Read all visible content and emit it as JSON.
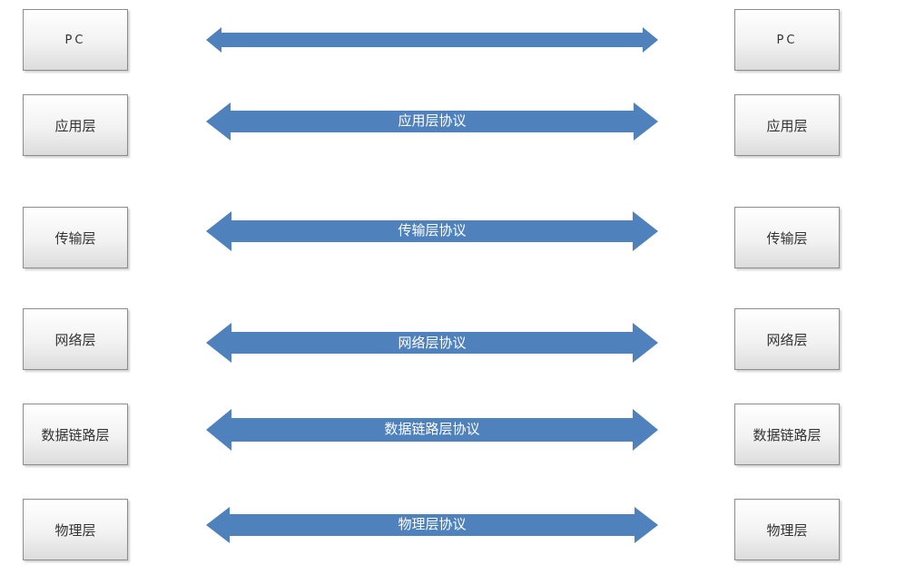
{
  "layers": [
    {
      "left_label": "PC",
      "right_label": "PC",
      "protocol_label": ""
    },
    {
      "left_label": "应用层",
      "right_label": "应用层",
      "protocol_label": "应用层协议"
    },
    {
      "left_label": "传输层",
      "right_label": "传输层",
      "protocol_label": "传输层协议"
    },
    {
      "left_label": "网络层",
      "right_label": "网络层",
      "protocol_label": "网络层协议"
    },
    {
      "left_label": "数据链路层",
      "right_label": "数据链路层",
      "protocol_label": "数据链路层协议"
    },
    {
      "left_label": "物理层",
      "right_label": "物理层",
      "protocol_label": "物理层协议"
    }
  ],
  "colors": {
    "arrow_fill": "#4f81bd",
    "box_border": "#8c8c8c",
    "label_text": "#333333",
    "arrow_text": "#ffffff"
  }
}
